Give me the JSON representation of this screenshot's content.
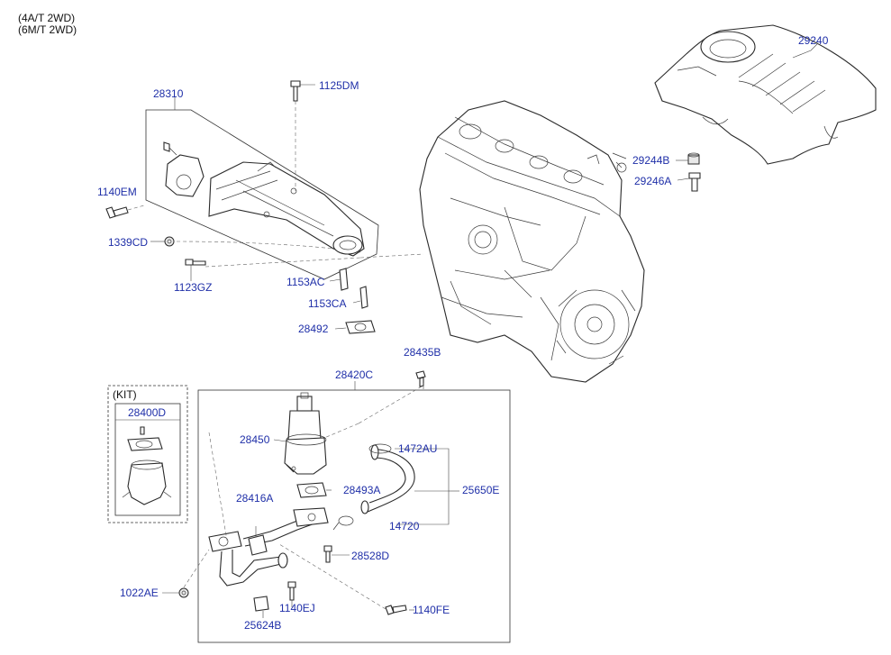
{
  "notes": {
    "transmission_1": "(4A/T 2WD)",
    "transmission_2": "(6M/T 2WD)"
  },
  "kit": {
    "label": "(KIT)",
    "part": "28400D"
  },
  "parts": {
    "p29240": "29240",
    "p29244B": "29244B",
    "p29246A": "29246A",
    "p1125DM": "1125DM",
    "p28310": "28310",
    "p1140EM": "1140EM",
    "p1339CD": "1339CD",
    "p1123GZ": "1123GZ",
    "p1153AC": "1153AC",
    "p1153CA": "1153CA",
    "p28492": "28492",
    "p28435B": "28435B",
    "p28420C": "28420C",
    "p28450": "28450",
    "p1472AU": "1472AU",
    "p28493A": "28493A",
    "p25650E": "25650E",
    "p28416A": "28416A",
    "p14720": "14720",
    "p28528D": "28528D",
    "p1022AE": "1022AE",
    "p1140EJ": "1140EJ",
    "p1140FE": "1140FE",
    "p25624B": "25624B"
  }
}
